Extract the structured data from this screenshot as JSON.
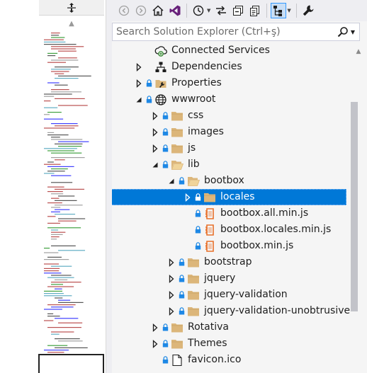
{
  "search": {
    "placeholder": "Search Solution Explorer (Ctrl+ş)"
  },
  "toolbar": {
    "buttons": [
      "back-icon",
      "forward-icon",
      "home-icon",
      "vs-switch-views-icon",
      "pending-changes-clock-icon",
      "sync-icon",
      "collapse-all-icon",
      "copy-icon",
      "show-all-files-icon",
      "properties-wrench-icon"
    ]
  },
  "tree": {
    "rows": [
      {
        "label": "Connected Services",
        "depth": 0,
        "expander": "none",
        "lock": false,
        "icon": "connected-services"
      },
      {
        "label": "Dependencies",
        "depth": 0,
        "expander": "collapsed",
        "lock": false,
        "icon": "dependencies"
      },
      {
        "label": "Properties",
        "depth": 0,
        "expander": "collapsed",
        "lock": true,
        "icon": "properties-folder"
      },
      {
        "label": "wwwroot",
        "depth": 0,
        "expander": "expanded",
        "lock": true,
        "icon": "globe"
      },
      {
        "label": "css",
        "depth": 1,
        "expander": "collapsed",
        "lock": true,
        "icon": "folder"
      },
      {
        "label": "images",
        "depth": 1,
        "expander": "collapsed",
        "lock": true,
        "icon": "folder"
      },
      {
        "label": "js",
        "depth": 1,
        "expander": "collapsed",
        "lock": true,
        "icon": "folder"
      },
      {
        "label": "lib",
        "depth": 1,
        "expander": "expanded",
        "lock": true,
        "icon": "folder-open"
      },
      {
        "label": "bootbox",
        "depth": 2,
        "expander": "expanded",
        "lock": true,
        "icon": "folder-open"
      },
      {
        "label": "locales",
        "depth": 3,
        "expander": "collapsed",
        "lock": true,
        "icon": "folder",
        "selected": true
      },
      {
        "label": "bootbox.all.min.js",
        "depth": 3,
        "expander": "none",
        "lock": true,
        "icon": "js-file"
      },
      {
        "label": "bootbox.locales.min.js",
        "depth": 3,
        "expander": "none",
        "lock": true,
        "icon": "js-file"
      },
      {
        "label": "bootbox.min.js",
        "depth": 3,
        "expander": "none",
        "lock": true,
        "icon": "js-file"
      },
      {
        "label": "bootstrap",
        "depth": 2,
        "expander": "collapsed",
        "lock": true,
        "icon": "folder"
      },
      {
        "label": "jquery",
        "depth": 2,
        "expander": "collapsed",
        "lock": true,
        "icon": "folder"
      },
      {
        "label": "jquery-validation",
        "depth": 2,
        "expander": "collapsed",
        "lock": true,
        "icon": "folder"
      },
      {
        "label": "jquery-validation-unobtrusive",
        "depth": 2,
        "expander": "collapsed",
        "lock": true,
        "icon": "folder"
      },
      {
        "label": "Rotativa",
        "depth": 1,
        "expander": "collapsed",
        "lock": true,
        "icon": "folder"
      },
      {
        "label": "Themes",
        "depth": 1,
        "expander": "collapsed",
        "lock": true,
        "icon": "folder"
      },
      {
        "label": "favicon.ico",
        "depth": 1,
        "expander": "none",
        "lock": true,
        "icon": "ico-file"
      }
    ]
  },
  "colors": {
    "selection": "#0078d7",
    "folder": "#dcb67a",
    "lock": "#1e88e5",
    "js_file": "#e8702a",
    "toolbar_selected": "#c9def5"
  }
}
